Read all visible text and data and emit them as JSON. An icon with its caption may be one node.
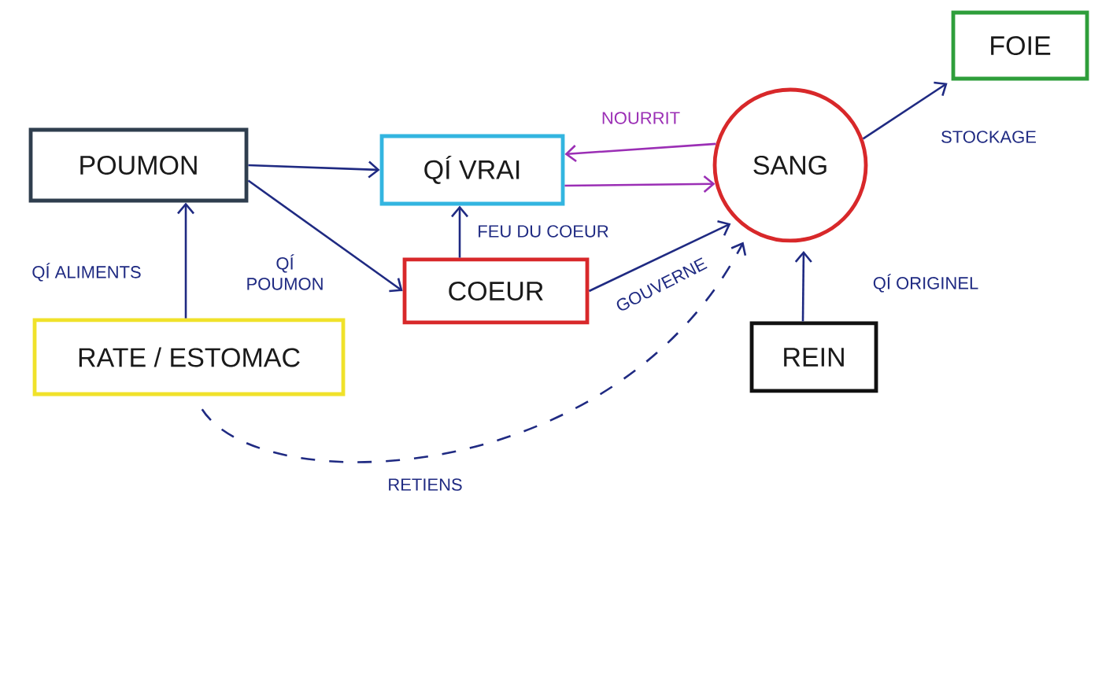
{
  "diagram": {
    "nodes": [
      {
        "text": [
          "POUMON"
        ]
      },
      {
        "text": [
          "QÍ VRAI"
        ]
      },
      {
        "text": [
          "SANG"
        ]
      },
      {
        "text": [
          "FOIE"
        ]
      },
      {
        "text": [
          "COEUR"
        ]
      },
      {
        "text": [
          "RATE / ESTOMAC"
        ]
      },
      {
        "text": [
          "REIN"
        ]
      }
    ],
    "edges": [
      {
        "from": 0,
        "to": 1,
        "arrow": "to"
      },
      {
        "from": 0,
        "to": 4,
        "arrow": "to",
        "label": "QÍ POUMON"
      },
      {
        "from": 5,
        "to": 0,
        "arrow": "to",
        "label": "QÍ ALIMENTS"
      },
      {
        "from": 4,
        "to": 1,
        "arrow": "to",
        "label": "FEU DU COEUR"
      },
      {
        "from": 2,
        "to": 1,
        "arrow": "to",
        "label": "NOURRIT",
        "color": "#9b2fb5"
      },
      {
        "from": 1,
        "to": 2,
        "arrow": "to",
        "color": "#9b2fb5"
      },
      {
        "from": 4,
        "to": 2,
        "arrow": "to",
        "label": "GOUVERNE"
      },
      {
        "from": 5,
        "to": 2,
        "arrow": "to",
        "label": "RETIENS",
        "style": "dashed"
      },
      {
        "from": 2,
        "to": 3,
        "arrow": "to",
        "label": "STOCKAGE"
      },
      {
        "from": 6,
        "to": 2,
        "arrow": "to",
        "label": "QÍ ORIGINEL"
      }
    ]
  }
}
